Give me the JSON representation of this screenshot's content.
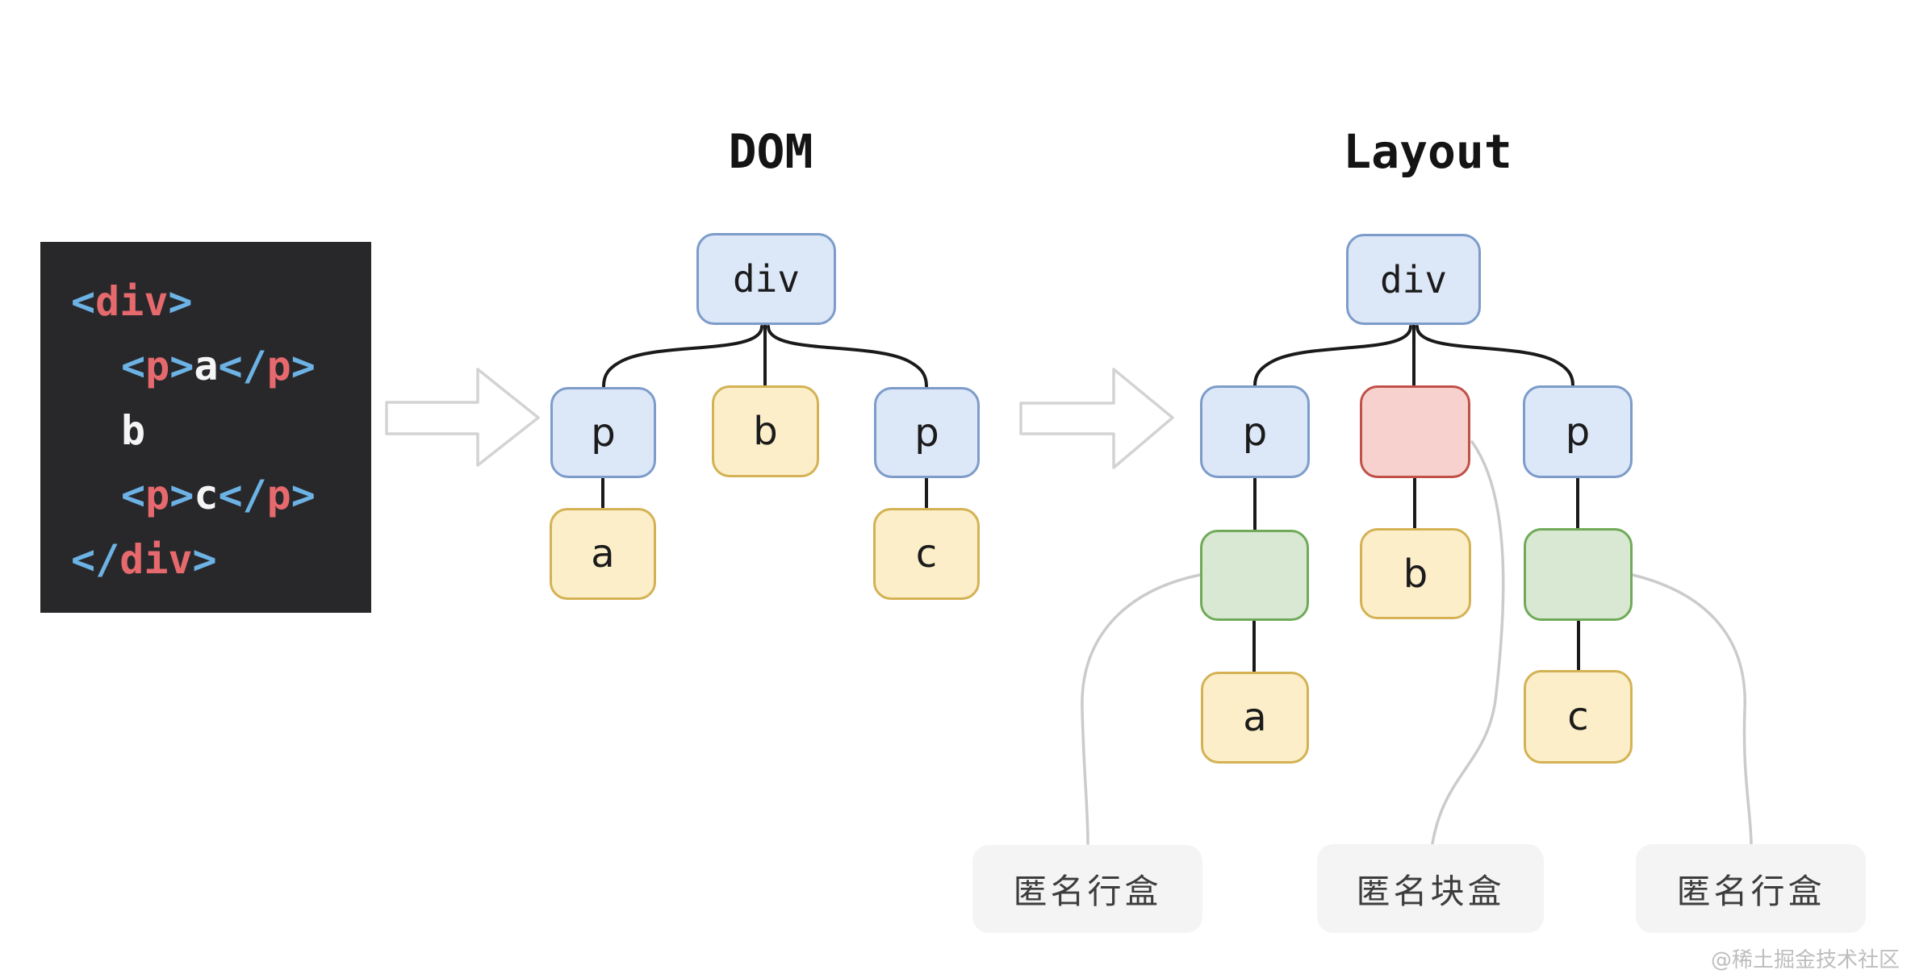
{
  "code_panel": {
    "lines": [
      {
        "indent": 0,
        "parts": [
          {
            "type": "punct",
            "text": "<"
          },
          {
            "type": "tag",
            "text": "div"
          },
          {
            "type": "punct",
            "text": ">"
          }
        ]
      },
      {
        "indent": 1,
        "parts": [
          {
            "type": "punct",
            "text": "<"
          },
          {
            "type": "tag",
            "text": "p"
          },
          {
            "type": "punct",
            "text": ">"
          },
          {
            "type": "plain",
            "text": "a"
          },
          {
            "type": "punct",
            "text": "</"
          },
          {
            "type": "tag",
            "text": "p"
          },
          {
            "type": "punct",
            "text": ">"
          }
        ]
      },
      {
        "indent": 1,
        "parts": [
          {
            "type": "plain",
            "text": "b"
          }
        ]
      },
      {
        "indent": 1,
        "parts": [
          {
            "type": "punct",
            "text": "<"
          },
          {
            "type": "tag",
            "text": "p"
          },
          {
            "type": "punct",
            "text": ">"
          },
          {
            "type": "plain",
            "text": "c"
          },
          {
            "type": "punct",
            "text": "</"
          },
          {
            "type": "tag",
            "text": "p"
          },
          {
            "type": "punct",
            "text": ">"
          }
        ]
      },
      {
        "indent": 0,
        "parts": [
          {
            "type": "punct",
            "text": "</"
          },
          {
            "type": "tag",
            "text": "div"
          },
          {
            "type": "punct",
            "text": ">"
          }
        ]
      }
    ]
  },
  "dom_tree": {
    "title": "DOM",
    "root": "div",
    "p_left": "p",
    "text_b": "b",
    "p_right": "p",
    "text_a": "a",
    "text_c": "c"
  },
  "layout_tree": {
    "title": "Layout",
    "root": "div",
    "p_left": "p",
    "p_right": "p",
    "text_b": "b",
    "text_a": "a",
    "text_c": "c"
  },
  "annotations": {
    "labels": [
      {
        "text": "匿名行盒"
      },
      {
        "text": "匿名块盒"
      },
      {
        "text": "匿名行盒"
      }
    ]
  },
  "watermark": "@稀土掘金技术社区",
  "colors": {
    "code_background": "#28282b",
    "code_punctuation": "#6cb2e4",
    "code_tag": "#e5696d",
    "code_text": "#f5f5f5",
    "node_blue_fill": "#dce7f8",
    "node_blue_border": "#7d9cc9",
    "node_yellow_fill": "#fbeec9",
    "node_yellow_border": "#d4b254",
    "node_green_fill": "#d8e8d2",
    "node_green_border": "#70aa59",
    "node_red_fill": "#f6d1cd",
    "node_red_border": "#c15049",
    "label_background": "#f4f4f5",
    "connector_black": "#1a1a1a",
    "connector_gray": "#cbcbcb",
    "arrow_outline": "#d3d3d3"
  }
}
